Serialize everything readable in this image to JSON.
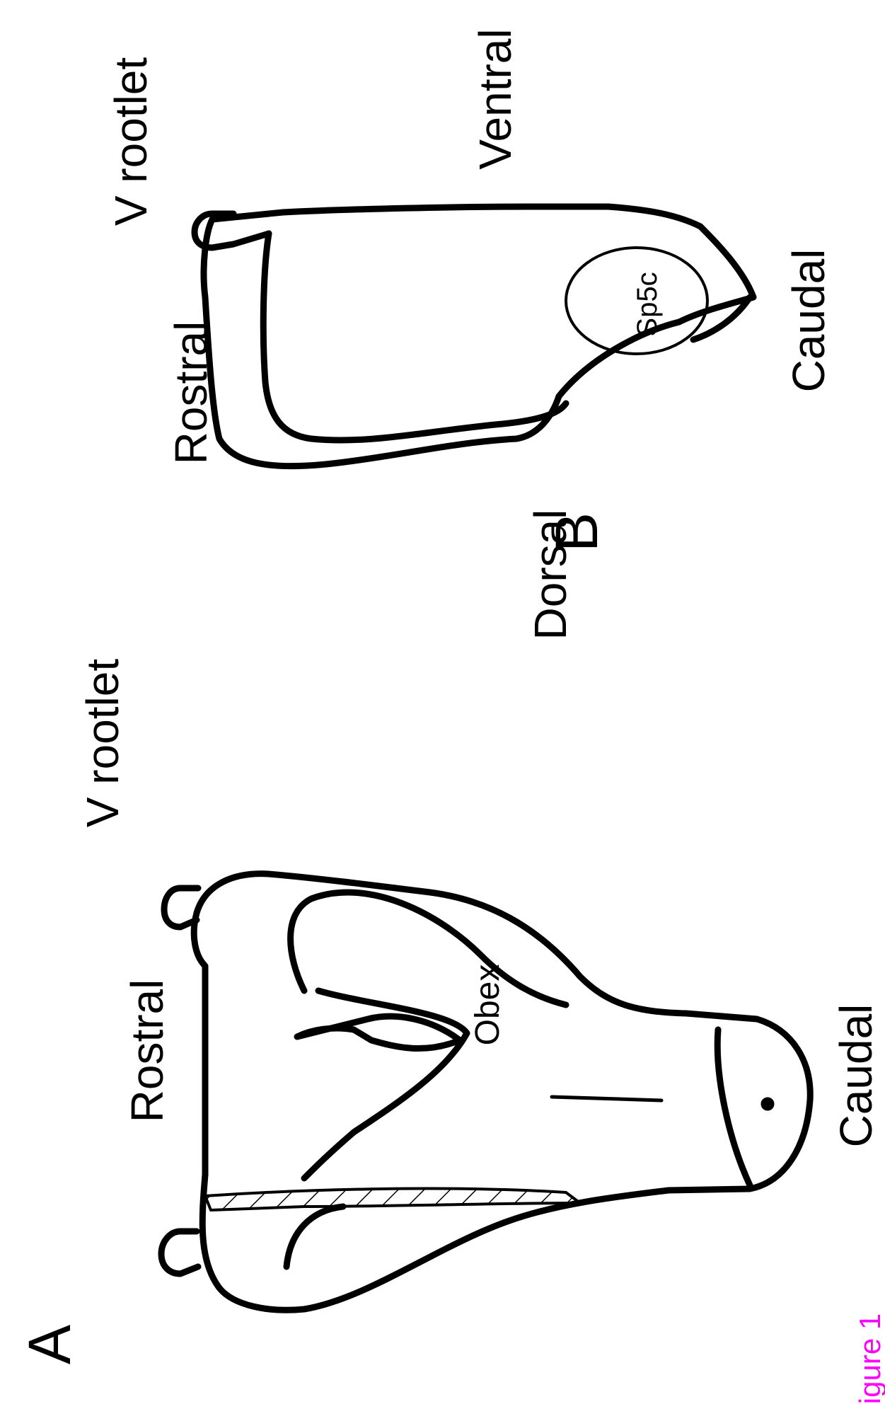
{
  "figure": {
    "caption_fragment": "igure 1",
    "caption_color": "#ff00ff"
  },
  "panel_a": {
    "letter": "A",
    "labels": {
      "rostral": "Rostral",
      "v_rootlet": "V rootlet",
      "obex": "Obex",
      "caudal": "Caudal"
    }
  },
  "panel_b": {
    "letter": "B",
    "labels": {
      "rostral": "Rostral",
      "v_rootlet": "V rootlet",
      "ventral": "Ventral",
      "dorsal": "Dorsal",
      "caudal": "Caudal",
      "sp5c": "Sp5c"
    }
  }
}
